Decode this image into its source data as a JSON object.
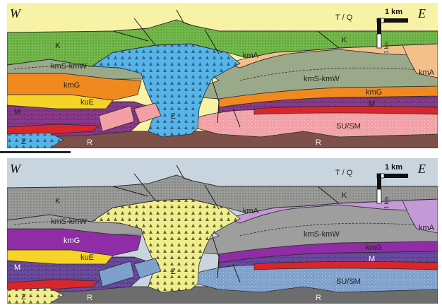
{
  "panels": [
    {
      "id": "top",
      "direction_left": "W",
      "direction_right": "E",
      "scale_horizontal": "1 km",
      "scale_vertical": "1 km",
      "colors": {
        "sky": "#f7f2a6",
        "K": "#72b84a",
        "kmA": "#f3c08a",
        "kmSkmW": "#9aa98a",
        "kmG": "#f08a1e",
        "kuE": "#f5d327",
        "M": "#8a3a8c",
        "red": "#d8262b",
        "SUSM": "#f2a0a6",
        "Z": "#56b4e6",
        "R": "#7d5148",
        "outline": "#2a2a2a"
      },
      "labels": {
        "TQ": "T / Q",
        "K_left": "K",
        "K_right": "K",
        "kmA_left": "kmA",
        "kmA_right": "kmA",
        "kmSkmW_left": "kmS-kmW",
        "kmSkmW_right": "kmS-kmW",
        "kmG_left": "kmG",
        "kmG_right": "kmG",
        "kuE": "kuE",
        "M_left": "M",
        "M_right": "M",
        "SUSM": "SU/SM",
        "Z_center": "Z",
        "Z_left": "Z",
        "R_left": "R",
        "R_right": "R"
      }
    },
    {
      "id": "bottom",
      "direction_left": "W",
      "direction_right": "E",
      "scale_horizontal": "1 km",
      "scale_vertical": "1 km",
      "colors": {
        "sky": "#c9d5de",
        "K": "#9a9a98",
        "kmA": "#c49ad6",
        "kmSkmW": "#9e9e9e",
        "kmG": "#8f2ca6",
        "kuE": "#f5d327",
        "M": "#6b4aa0",
        "red": "#d8262b",
        "SUSM": "#7ea0cc",
        "Z": "#f0ee8a",
        "R": "#6d6d6d",
        "outline": "#2a2a2a"
      },
      "labels": {
        "TQ": "T / Q",
        "K_left": "K",
        "K_right": "K",
        "kmA_left": "kmA",
        "kmA_right": "kmA",
        "kmSkmW_left": "kmS-kmW",
        "kmSkmW_right": "kmS-kmW",
        "kmG_left": "kmG",
        "kmG_right": "kmG",
        "kuE": "kuE",
        "M_left": "M",
        "M_right": "M",
        "SUSM": "SU/SM",
        "Z_center": "Z",
        "Z_left": "Z",
        "R_left": "R",
        "R_right": "R"
      }
    }
  ]
}
